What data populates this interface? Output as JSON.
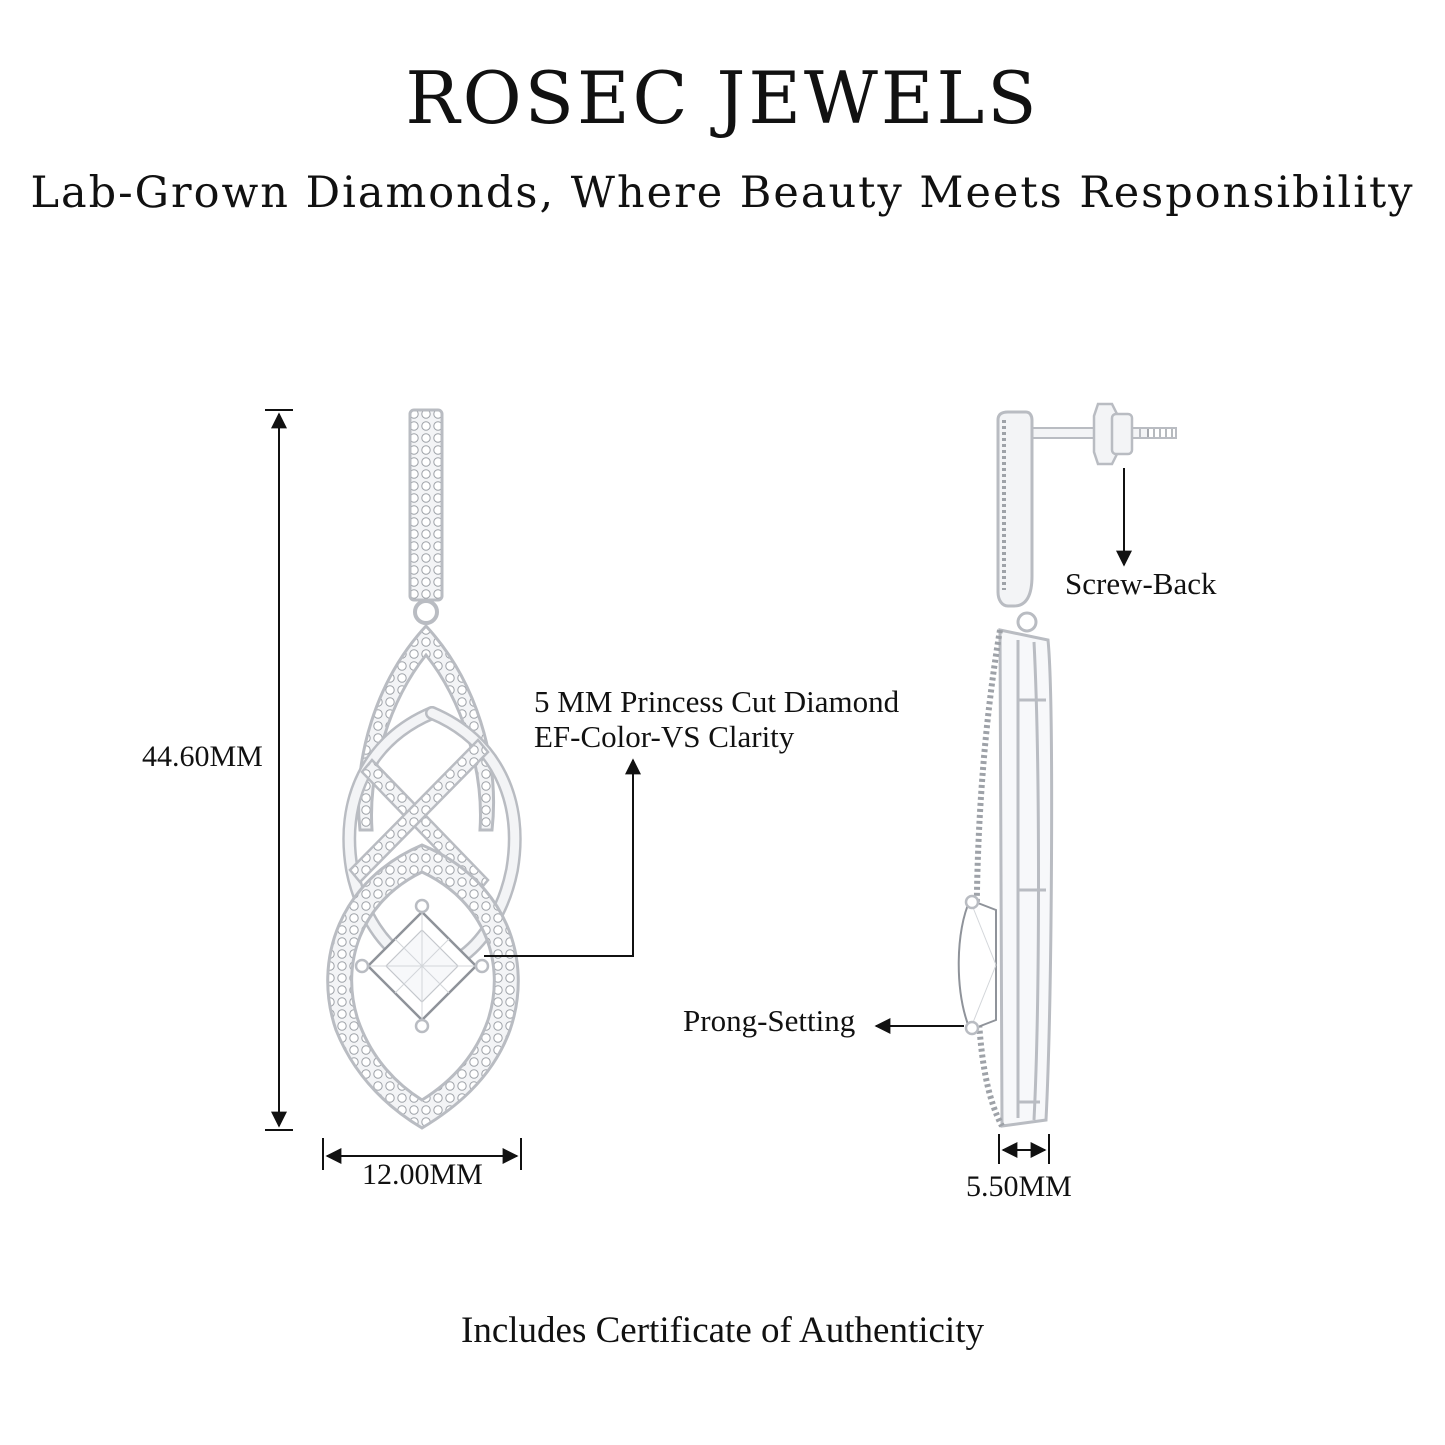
{
  "brand": {
    "title": "ROSEC JEWELS"
  },
  "tagline": "Lab-Grown Diamonds, Where Beauty Meets Responsibility",
  "dimensions": {
    "height": "44.60MM",
    "width": "12.00MM",
    "depth": "5.50MM"
  },
  "callouts": {
    "stone_line1": "5 MM Princess Cut Diamond",
    "stone_line2": "EF-Color-VS Clarity",
    "screw_back": "Screw-Back",
    "prong_setting": "Prong-Setting"
  },
  "footer": {
    "note": "Includes Certificate of Authenticity"
  },
  "colors": {
    "metal": "#f3f4f6",
    "metal_edge": "#b9bcc2",
    "text": "#111111"
  }
}
